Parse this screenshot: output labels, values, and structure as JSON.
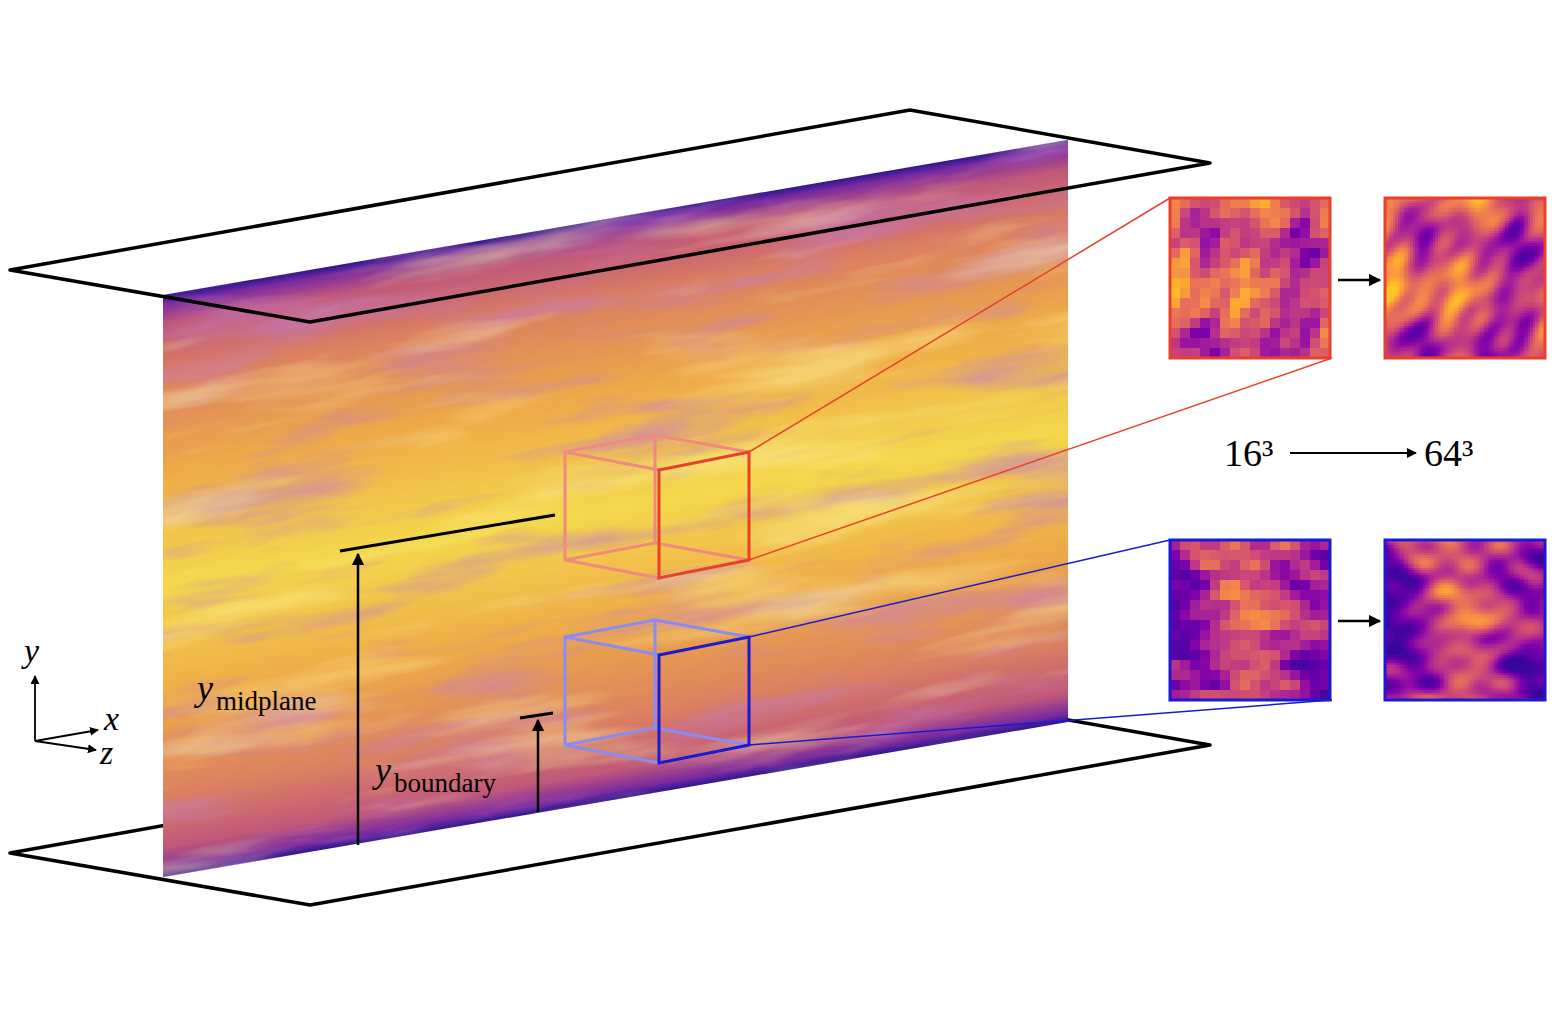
{
  "diagram": {
    "labels": [
      "16³",
      "64³",
      "y",
      "midplane",
      "y",
      "boundary",
      "y",
      "x",
      "z"
    ]
  }
}
